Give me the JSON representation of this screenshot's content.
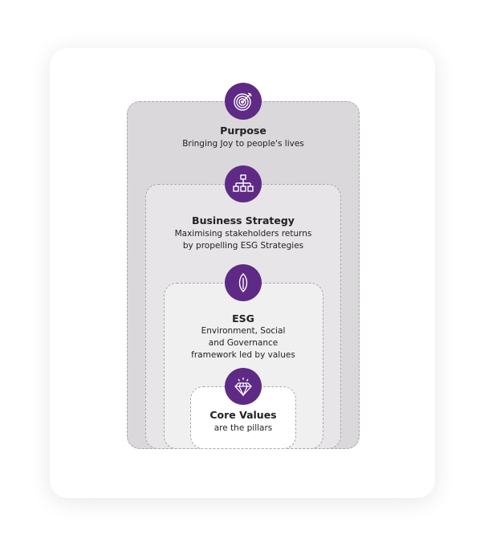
{
  "accent_color": "#5f2a86",
  "layers": [
    {
      "title": "Purpose",
      "lines": [
        "Bringing Joy to people's lives"
      ],
      "icon": "target-icon"
    },
    {
      "title": "Business Strategy",
      "lines": [
        "Maximising stakeholders returns",
        "by propelling ESG Strategies"
      ],
      "icon": "org-chart-icon"
    },
    {
      "title": "ESG",
      "lines": [
        "Environment, Social",
        "and Governance",
        "framework led by values"
      ],
      "icon": "leaf-icon"
    },
    {
      "title": "Core Values",
      "lines": [
        "are the pillars"
      ],
      "icon": "diamond-icon"
    }
  ]
}
